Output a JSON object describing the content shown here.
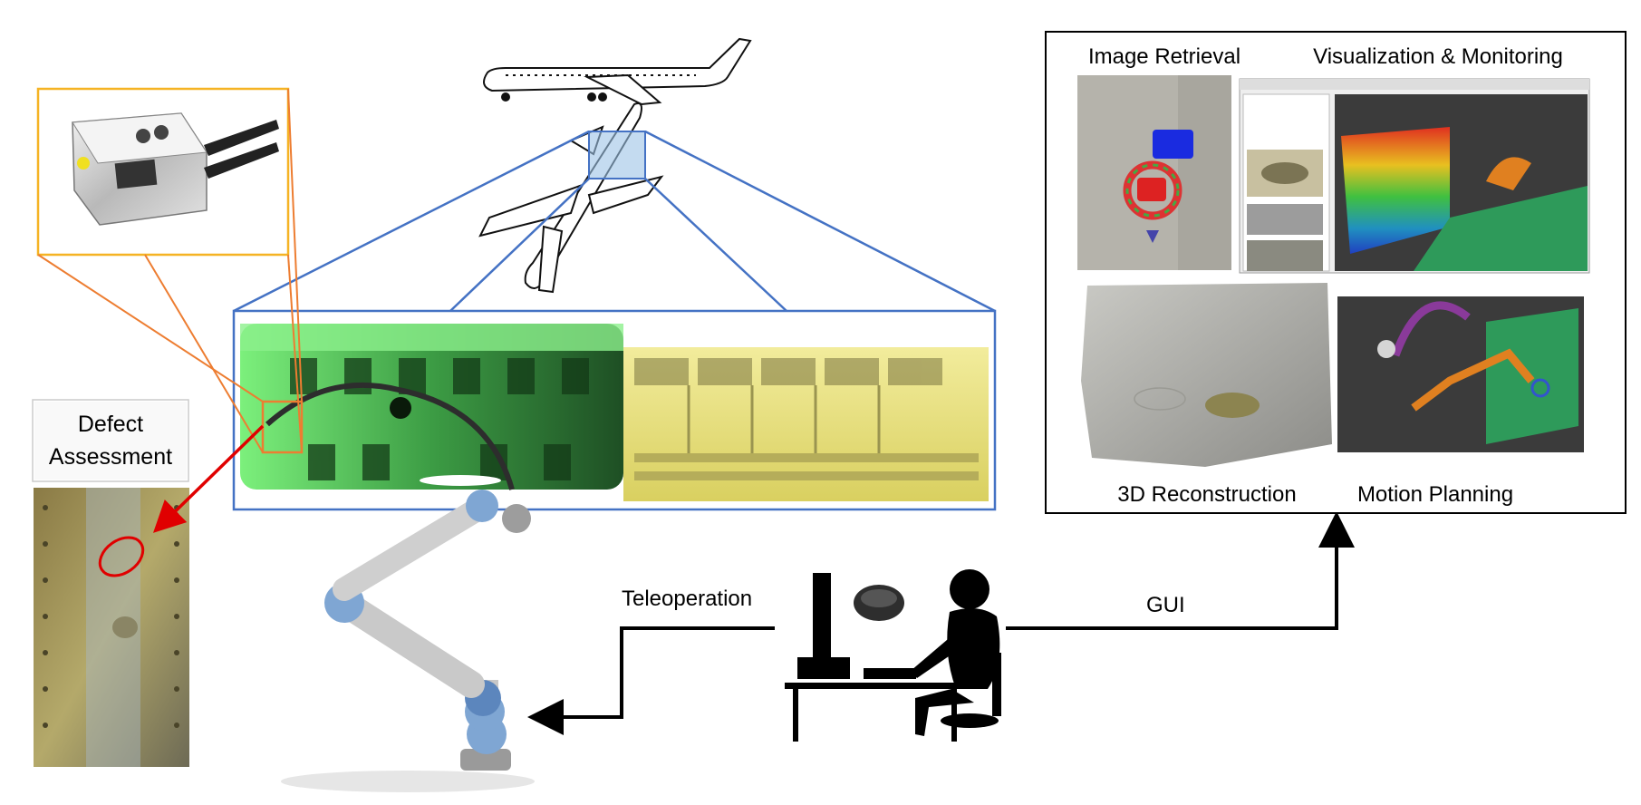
{
  "labels": {
    "defect_line1": "Defect",
    "defect_line2": "Assessment",
    "teleoperation": "Teleoperation",
    "gui": "GUI"
  },
  "gui_panel": {
    "image_retrieval": "Image Retrieval",
    "visualization": "Visualization & Monitoring",
    "reconstruction": "3D Reconstruction",
    "motion_planning": "Motion Planning"
  },
  "colors": {
    "wing_box_blue": "#4472c4",
    "callout_orange": "#ed7d31",
    "sensor_box_yellow": "#f5b324",
    "defect_red": "#e00000",
    "green_cavity": "#63c96a",
    "yellow_cavity": "#eee890",
    "rviz_bg": "#3b3b3b"
  },
  "icons": {
    "airplane_side": "airplane-side-icon",
    "airplane_top": "airplane-top-icon",
    "sensor": "sensor-device-icon",
    "robot_arm": "robot-arm-icon",
    "operator": "operator-at-workstation-icon"
  }
}
